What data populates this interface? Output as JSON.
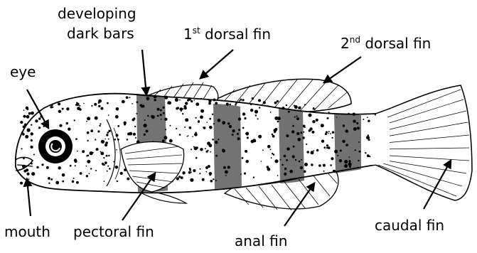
{
  "labels": {
    "developing_bars_line1": "developing",
    "developing_bars_line2": "dark bars",
    "first_dorsal_prefix": "1",
    "first_dorsal_sup": "st",
    "first_dorsal_rest": " dorsal fin",
    "second_dorsal_prefix": "2",
    "second_dorsal_sup": "nd",
    "second_dorsal_rest": " dorsal fin",
    "eye": "eye",
    "mouth": "mouth",
    "pectoral_fin": "pectoral fin",
    "anal_fin": "anal fin",
    "caudal_fin": "caudal fin"
  },
  "colors": {
    "ink": "#000000",
    "paper": "#ffffff"
  }
}
